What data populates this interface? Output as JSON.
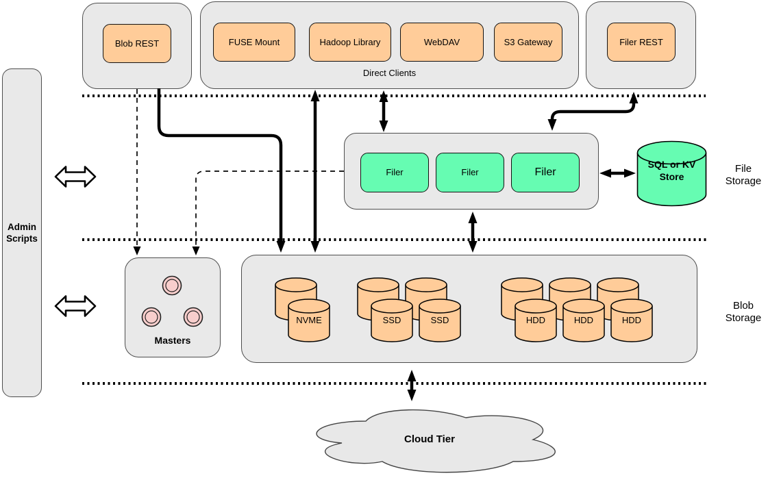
{
  "colors": {
    "container_gray": "#e9e9e9",
    "client_orange": "#ffcc99",
    "filer_green": "#66fcb2",
    "master_pink": "#f8cecc",
    "cloud_gray": "#e8e8e8",
    "line_black": "#000000"
  },
  "admin": {
    "lines": [
      "Admin",
      "Scripts"
    ]
  },
  "top_row": {
    "blob_rest": "Blob REST",
    "direct_clients": {
      "label": "Direct Clients",
      "items": [
        "FUSE Mount",
        "Hadoop Library",
        "WebDAV",
        "S3 Gateway"
      ]
    },
    "filer_rest": "Filer REST"
  },
  "file_storage_tier": {
    "filers": [
      "Filer",
      "Filer",
      "Filer"
    ],
    "store_lines": [
      "SQL or KV",
      "Store"
    ],
    "tier_label_lines": [
      "File",
      "Storage"
    ]
  },
  "masters": {
    "label": "Masters"
  },
  "blob_storage_tier": {
    "tier_label_lines": [
      "Blob",
      "Storage"
    ],
    "volumes": [
      "NVME",
      "SSD",
      "SSD",
      "HDD",
      "HDD",
      "HDD"
    ]
  },
  "cloud": {
    "label": "Cloud Tier"
  }
}
